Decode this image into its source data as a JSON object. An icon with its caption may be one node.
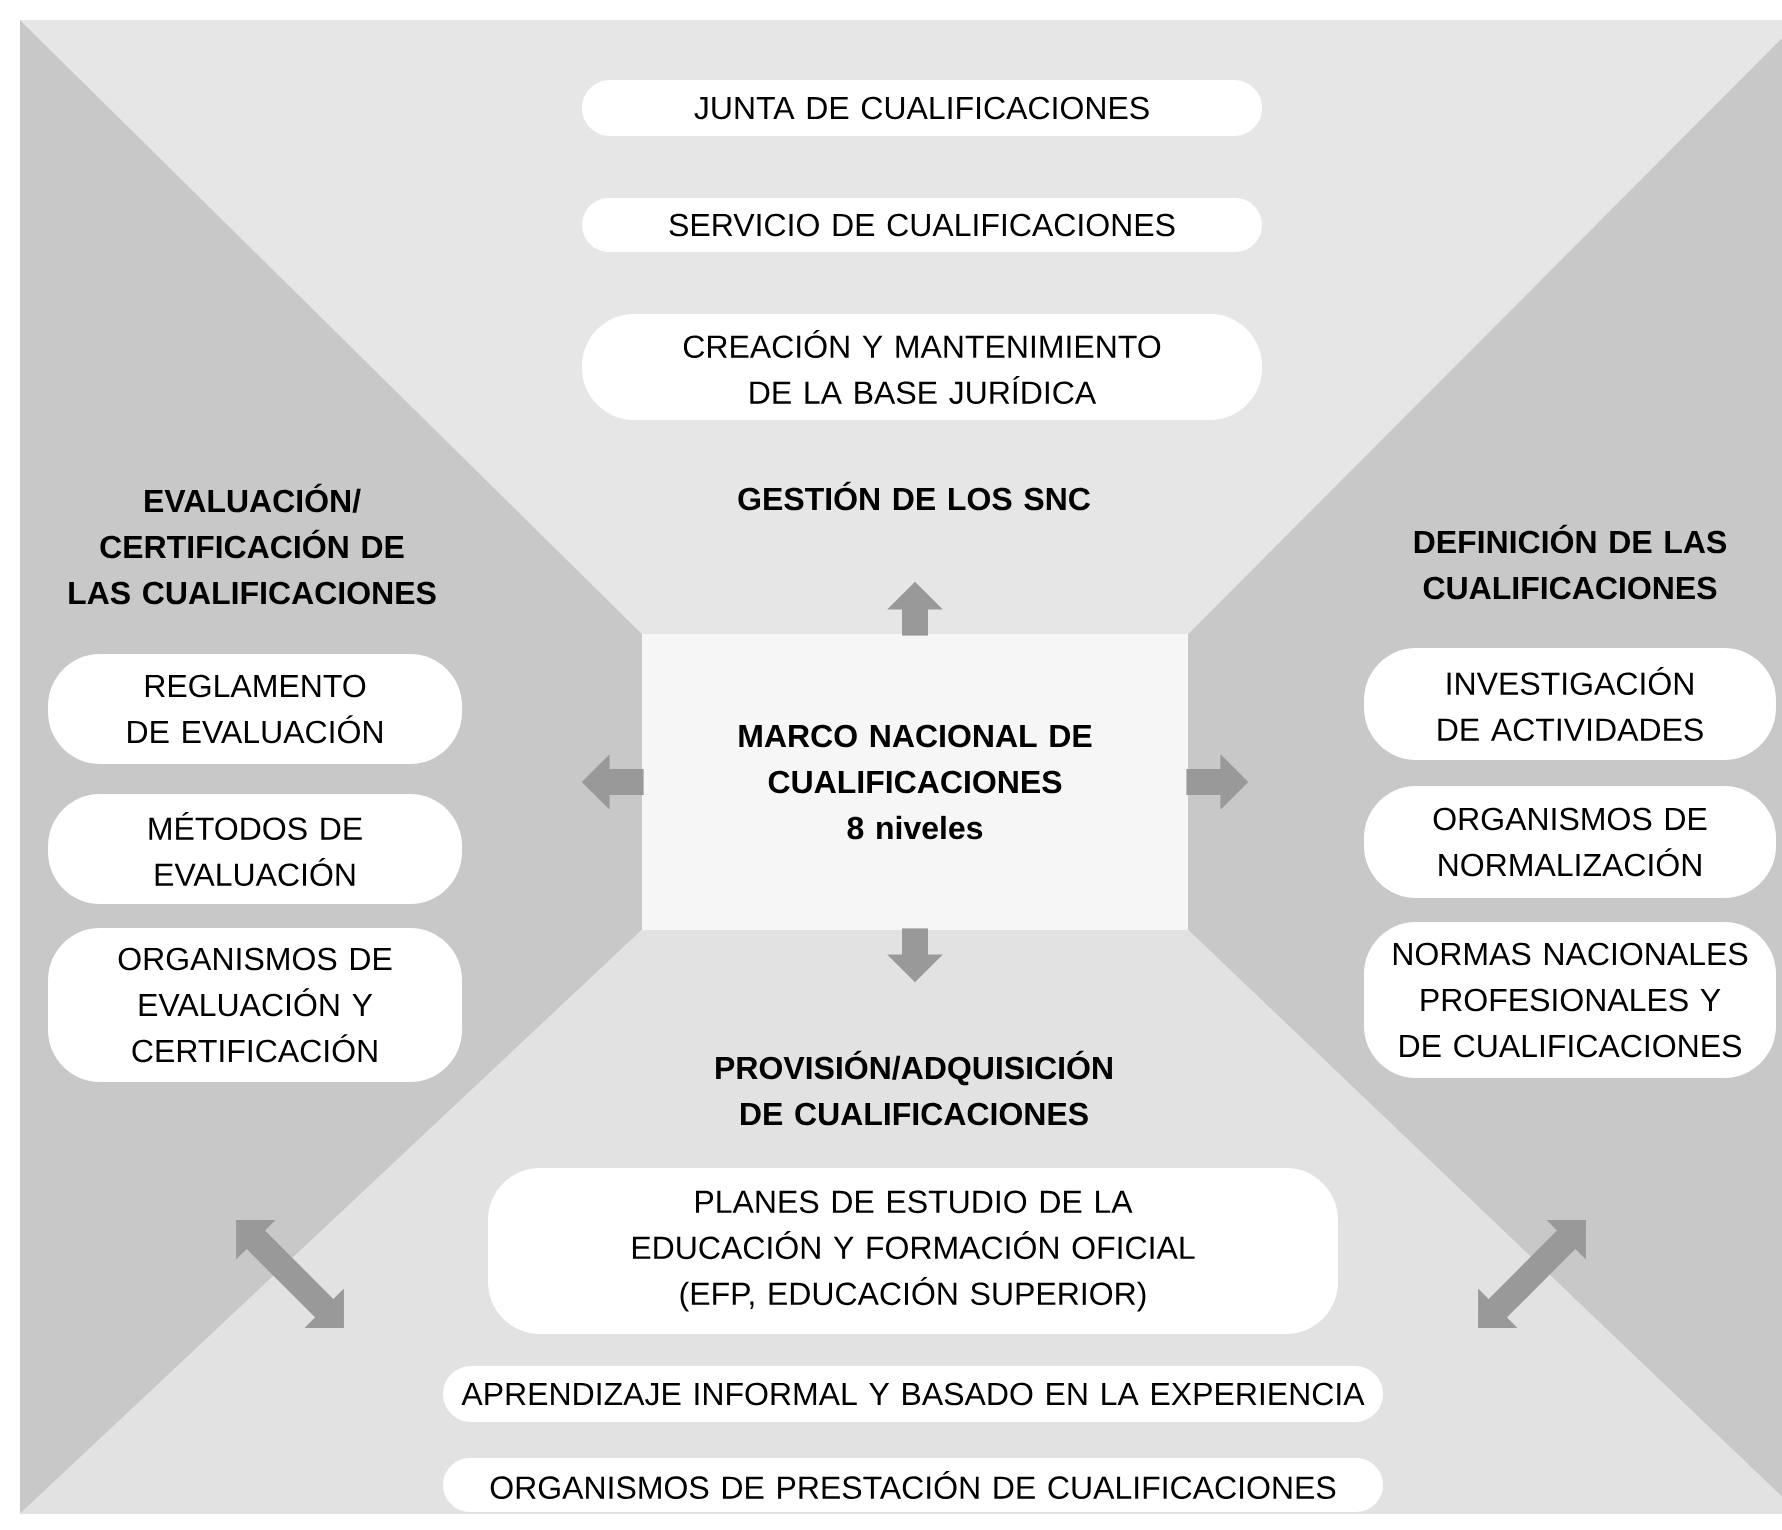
{
  "diagram": {
    "nodes": [
      {
        "text": [
          "GESTIÓN DE LOS SNC"
        ]
      },
      {
        "text": [
          "JUNTA DE CUALIFICACIONES"
        ],
        "in": 0
      },
      {
        "text": [
          "SERVICIO DE CUALIFICACIONES"
        ],
        "in": 0
      },
      {
        "text": [
          "CREACIÓN Y MANTENIMIENTO DE LA BASE JURÍDICA"
        ],
        "in": 0
      },
      {
        "text": [
          "EVALUACIÓN/ CERTIFICACIÓN DE LAS CUALIFICACIONES"
        ]
      },
      {
        "text": [
          "REGLAMENTO DE EVALUACIÓN"
        ],
        "in": 4
      },
      {
        "text": [
          "MÉTODOS DE EVALUACIÓN"
        ],
        "in": 4
      },
      {
        "text": [
          "ORGANISMOS DE EVALUACIÓN Y CERTIFICACIÓN"
        ],
        "in": 4
      },
      {
        "text": [
          "MARCO NACIONAL DE CUALIFICACIONES 8 niveles"
        ]
      },
      {
        "text": [
          "DEFINICIÓN DE LAS CUALIFICACIONES"
        ]
      },
      {
        "text": [
          "INVESTIGACIÓN DE ACTIVIDADES"
        ],
        "in": 9
      },
      {
        "text": [
          "ORGANISMOS DE NORMALIZACIÓN"
        ],
        "in": 9
      },
      {
        "text": [
          "NORMAS NACIONALES PROFESIONALES Y DE CUALIFICACIONES"
        ],
        "in": 9
      },
      {
        "text": [
          "PROVISIÓN/ADQUISICIÓN DE CUALIFICACIONES"
        ]
      },
      {
        "text": [
          "PLANES DE ESTUDIO DE LA EDUCACIÓN Y FORMACIÓN OFICIAL (EFP, EDUCACIÓN SUPERIOR)"
        ],
        "in": 13
      },
      {
        "text": [
          "APRENDIZAJE INFORMAL Y BASADO EN LA EXPERIENCIA"
        ],
        "in": 13
      },
      {
        "text": [
          "ORGANISMOS DE PRESTACIÓN DE CUALIFICACIONES"
        ],
        "in": 13
      }
    ],
    "edges": [
      {
        "from": 8,
        "to": 0,
        "arrow": "to"
      },
      {
        "from": 8,
        "to": 4,
        "arrow": "to"
      },
      {
        "from": 8,
        "to": 9,
        "arrow": "to"
      },
      {
        "from": 8,
        "to": 13,
        "arrow": "to"
      },
      {
        "from": 4,
        "to": 13,
        "arrow": "both"
      },
      {
        "from": 13,
        "to": 9,
        "arrow": "both"
      }
    ]
  }
}
